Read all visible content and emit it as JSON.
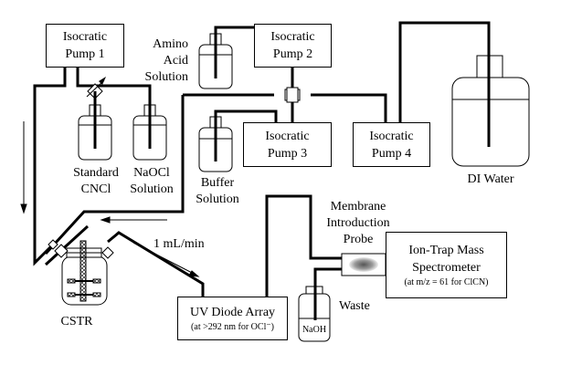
{
  "title": "CSTR chlorination / MIMS apparatus schematic",
  "pumps": [
    {
      "id": "pump-1",
      "line1": "Isocratic",
      "line2": "Pump 1"
    },
    {
      "id": "pump-2",
      "line1": "Isocratic",
      "line2": "Pump 2"
    },
    {
      "id": "pump-3",
      "line1": "Isocratic",
      "line2": "Pump 3"
    },
    {
      "id": "pump-4",
      "line1": "Isocratic",
      "line2": "Pump 4"
    }
  ],
  "reservoirs": {
    "standard_cncl": {
      "line1": "Standard",
      "line2": "CNCl"
    },
    "naocl": {
      "line1": "NaOCl",
      "line2": "Solution"
    },
    "amino_acid": {
      "line1": "Amino",
      "line2": "Acid",
      "line3": "Solution"
    },
    "buffer": {
      "line1": "Buffer",
      "line2": "Solution"
    },
    "di_water": {
      "label": "DI Water"
    },
    "waste": {
      "label": "Waste",
      "contents": "NaOH"
    }
  },
  "reactor": {
    "label": "CSTR"
  },
  "flow_rate": "1 mL/min",
  "uv_detector": {
    "line1": "UV Diode Array",
    "line2": "(at >292 nm for OCl⁻)"
  },
  "probe": {
    "line1": "Membrane",
    "line2": "Introduction",
    "line3": "Probe"
  },
  "mass_spec": {
    "line1": "Ion-Trap Mass",
    "line2": "Spectrometer",
    "line3": "(at m/z = 61 for ClCN)"
  }
}
